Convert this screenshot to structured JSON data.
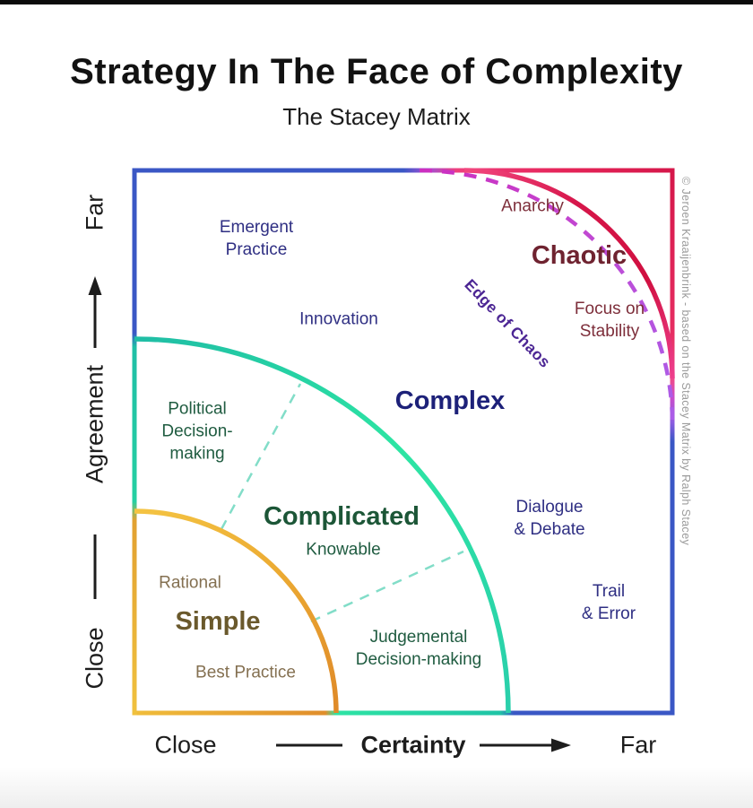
{
  "header": {
    "title": "Strategy In The Face of Complexity",
    "subtitle": "The Stacey Matrix"
  },
  "y_axis": {
    "far": "Far",
    "name": "Agreement",
    "close": "Close"
  },
  "x_axis": {
    "close": "Close",
    "name": "Certainty",
    "far": "Far"
  },
  "regions": {
    "simple": {
      "title": "Simple",
      "upper": "Rational",
      "lower": "Best Practice"
    },
    "complicated": {
      "title": "Complicated",
      "subtitle": "Knowable",
      "upper": "Political\nDecision-\nmaking",
      "lower": "Judgemental\nDecision-making"
    },
    "complex": {
      "title": "Complex",
      "upper": "Emergent\nPractice",
      "middle": "Innovation",
      "right": "Dialogue\n& Debate",
      "lower_right": "Trail\n& Error"
    },
    "chaotic": {
      "title": "Chaotic",
      "upper": "Anarchy",
      "lower": "Focus on\nStability"
    },
    "boundary": {
      "label": "Edge of Chaos"
    }
  },
  "credit": "© Jeroen Kraaijenbrink - based on the Stacey Matrix by Ralph Stacey",
  "palette": {
    "border_blue": "#3a57c5",
    "arc_teal": "#2bdca6",
    "arc_orange": "#ecab33",
    "arc_red": "#d5174a",
    "dashed_purple": "#c04ad4",
    "dashed_teal": "#82ddc8",
    "text_indigo": "#2f2f83",
    "text_maroon": "#7d2e3a",
    "text_green": "#205c41",
    "text_olive": "#847051",
    "edge_label_purple": "#4c2694",
    "credit_gray": "#9b9b9b"
  }
}
